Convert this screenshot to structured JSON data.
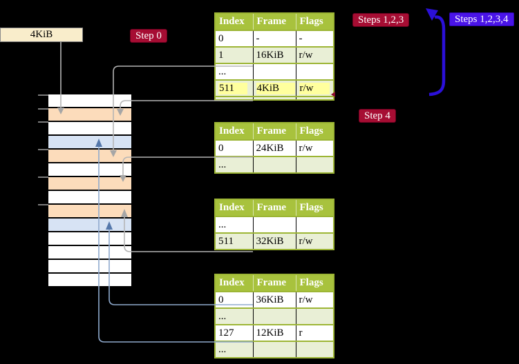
{
  "frame_label": {
    "text": "4KiB"
  },
  "step_labels": {
    "step0": "Step 0",
    "steps123": "Steps 1,2,3",
    "steps1234": "Steps 1,2,3,4",
    "step4": "Step 4"
  },
  "colors": {
    "crimson": "#a60d33",
    "crimson_border": "#6f0120",
    "blue_label": "#4a14e8",
    "arrow_blue": "#2b10d9",
    "header_green": "#a8c23d",
    "border_green": "#9cb534",
    "row_green": "#e9efd6",
    "highlight_yellow": "#ffff9e",
    "peach": "#fcdcbb",
    "light_blue": "#d7e3f4",
    "gray_line": "#b5b5b5",
    "gray_head": "#a6a6a6",
    "blue_line": "#8faace",
    "blue_head": "#5578ab",
    "wheat": "#f9edcb",
    "wheat_border": "#8a8a8a",
    "tick_gray": "#7d7d7d",
    "dark_red": "#8a0c2e"
  },
  "memory_column": {
    "row_types": [
      "white",
      "peach",
      "white",
      "blue",
      "peach",
      "white",
      "peach",
      "white",
      "peach",
      "blue",
      "white",
      "white",
      "white",
      "white"
    ]
  },
  "tables": [
    {
      "name": "page-table-1",
      "headers": [
        "Index",
        "Frame",
        "Flags"
      ],
      "rows": [
        {
          "cells": [
            "0",
            "-",
            "-"
          ],
          "shade": false,
          "highlight": false,
          "clipped": false
        },
        {
          "cells": [
            "1",
            "16KiB",
            "r/w"
          ],
          "shade": true,
          "highlight": false,
          "clipped": false
        },
        {
          "cells": [
            "...",
            "",
            ""
          ],
          "shade": false,
          "highlight": false,
          "clipped": false
        },
        {
          "cells": [
            "511",
            "4KiB",
            "r/w"
          ],
          "shade": true,
          "highlight": true,
          "clipped": false
        },
        {
          "cells": [
            "",
            "",
            ""
          ],
          "shade": true,
          "highlight": false,
          "clipped": true
        }
      ]
    },
    {
      "name": "page-table-2",
      "headers": [
        "Index",
        "Frame",
        "Flags"
      ],
      "rows": [
        {
          "cells": [
            "0",
            "24KiB",
            "r/w"
          ],
          "shade": false,
          "highlight": false,
          "clipped": false
        },
        {
          "cells": [
            "...",
            "",
            ""
          ],
          "shade": true,
          "highlight": false,
          "clipped": false
        }
      ]
    },
    {
      "name": "page-table-3",
      "headers": [
        "Index",
        "Frame",
        "Flags"
      ],
      "rows": [
        {
          "cells": [
            "...",
            "",
            ""
          ],
          "shade": false,
          "highlight": false,
          "clipped": false
        },
        {
          "cells": [
            "511",
            "32KiB",
            "r/w"
          ],
          "shade": true,
          "highlight": false,
          "clipped": false
        }
      ]
    },
    {
      "name": "page-table-4",
      "headers": [
        "Index",
        "Frame",
        "Flags"
      ],
      "rows": [
        {
          "cells": [
            "0",
            "36KiB",
            "r/w"
          ],
          "shade": false,
          "highlight": false,
          "clipped": false
        },
        {
          "cells": [
            "...",
            "",
            ""
          ],
          "shade": true,
          "highlight": false,
          "clipped": false
        },
        {
          "cells": [
            "127",
            "12KiB",
            "r"
          ],
          "shade": false,
          "highlight": false,
          "clipped": false
        },
        {
          "cells": [
            "...",
            "",
            ""
          ],
          "shade": true,
          "highlight": false,
          "clipped": false
        }
      ]
    }
  ]
}
